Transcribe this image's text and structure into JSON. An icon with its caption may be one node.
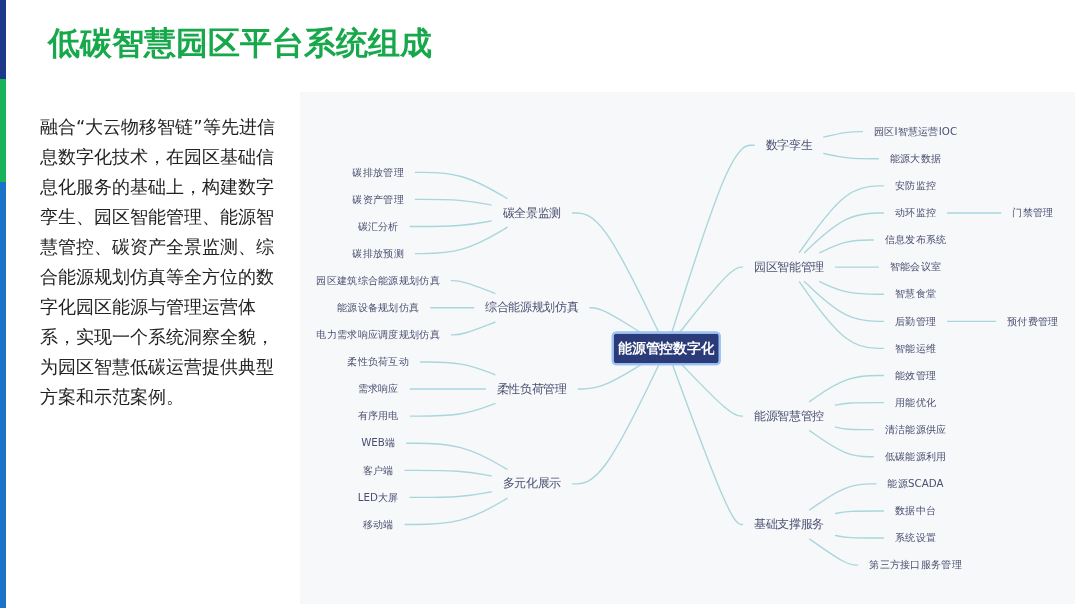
{
  "diagram": {
    "title": "低碳智慧园区平台系统组成",
    "nodes": [
      {
        "text": [
          "能源管控数字化"
        ]
      },
      {
        "text": [
          "碳全景监测"
        ]
      },
      {
        "text": [
          "碳排放管理"
        ]
      },
      {
        "text": [
          "碳资产管理"
        ]
      },
      {
        "text": [
          "碳汇分析"
        ]
      },
      {
        "text": [
          "碳排放预测"
        ]
      },
      {
        "text": [
          "综合能源规划仿真"
        ]
      },
      {
        "text": [
          "园区建筑综合能源规划仿真"
        ]
      },
      {
        "text": [
          "能源设备规划仿真"
        ]
      },
      {
        "text": [
          "电力需求响应调度规划仿真"
        ]
      },
      {
        "text": [
          "柔性负荷管理"
        ]
      },
      {
        "text": [
          "柔性负荷互动"
        ]
      },
      {
        "text": [
          "需求响应"
        ]
      },
      {
        "text": [
          "有序用电"
        ]
      },
      {
        "text": [
          "多元化展示"
        ]
      },
      {
        "text": [
          "WEB端"
        ]
      },
      {
        "text": [
          "客户端"
        ]
      },
      {
        "text": [
          "LED大屏"
        ]
      },
      {
        "text": [
          "移动端"
        ]
      },
      {
        "text": [
          "数字孪生"
        ]
      },
      {
        "text": [
          "园区I智慧运营IOC"
        ]
      },
      {
        "text": [
          "能源大数据"
        ]
      },
      {
        "text": [
          "园区智能管理"
        ]
      },
      {
        "text": [
          "安防监控"
        ]
      },
      {
        "text": [
          "动环监控"
        ]
      },
      {
        "text": [
          "门禁管理"
        ]
      },
      {
        "text": [
          "信息发布系统"
        ]
      },
      {
        "text": [
          "智能会议室"
        ]
      },
      {
        "text": [
          "智慧食堂"
        ]
      },
      {
        "text": [
          "后勤管理"
        ]
      },
      {
        "text": [
          "预付费管理"
        ]
      },
      {
        "text": [
          "智能运维"
        ]
      },
      {
        "text": [
          "能源智慧管控"
        ]
      },
      {
        "text": [
          "能效管理"
        ]
      },
      {
        "text": [
          "用能优化"
        ]
      },
      {
        "text": [
          "清洁能源供应"
        ]
      },
      {
        "text": [
          "低碳能源利用"
        ]
      },
      {
        "text": [
          "基础支撑服务"
        ]
      },
      {
        "text": [
          "能源SCADA"
        ]
      },
      {
        "text": [
          "数据中台"
        ]
      },
      {
        "text": [
          "系统设置"
        ]
      },
      {
        "text": [
          "第三方接口服务管理"
        ]
      }
    ],
    "edges": [
      {
        "from": 2,
        "to": 1,
        "arrow": "none"
      },
      {
        "from": 3,
        "to": 1,
        "arrow": "none"
      },
      {
        "from": 4,
        "to": 1,
        "arrow": "none"
      },
      {
        "from": 5,
        "to": 1,
        "arrow": "none"
      },
      {
        "from": 1,
        "to": 0,
        "arrow": "none"
      },
      {
        "from": 7,
        "to": 6,
        "arrow": "none"
      },
      {
        "from": 8,
        "to": 6,
        "arrow": "none"
      },
      {
        "from": 9,
        "to": 6,
        "arrow": "none"
      },
      {
        "from": 6,
        "to": 0,
        "arrow": "none"
      },
      {
        "from": 11,
        "to": 10,
        "arrow": "none"
      },
      {
        "from": 12,
        "to": 10,
        "arrow": "none"
      },
      {
        "from": 13,
        "to": 10,
        "arrow": "none"
      },
      {
        "from": 10,
        "to": 0,
        "arrow": "none"
      },
      {
        "from": 15,
        "to": 14,
        "arrow": "none"
      },
      {
        "from": 16,
        "to": 14,
        "arrow": "none"
      },
      {
        "from": 17,
        "to": 14,
        "arrow": "none"
      },
      {
        "from": 18,
        "to": 14,
        "arrow": "none"
      },
      {
        "from": 14,
        "to": 0,
        "arrow": "none"
      },
      {
        "from": 0,
        "to": 19,
        "arrow": "none"
      },
      {
        "from": 19,
        "to": 20,
        "arrow": "none"
      },
      {
        "from": 19,
        "to": 21,
        "arrow": "none"
      },
      {
        "from": 0,
        "to": 22,
        "arrow": "none"
      },
      {
        "from": 22,
        "to": 23,
        "arrow": "none"
      },
      {
        "from": 22,
        "to": 24,
        "arrow": "none"
      },
      {
        "from": 24,
        "to": 25,
        "arrow": "none"
      },
      {
        "from": 22,
        "to": 26,
        "arrow": "none"
      },
      {
        "from": 22,
        "to": 27,
        "arrow": "none"
      },
      {
        "from": 22,
        "to": 28,
        "arrow": "none"
      },
      {
        "from": 22,
        "to": 29,
        "arrow": "none"
      },
      {
        "from": 29,
        "to": 30,
        "arrow": "none"
      },
      {
        "from": 22,
        "to": 31,
        "arrow": "none"
      },
      {
        "from": 0,
        "to": 32,
        "arrow": "none"
      },
      {
        "from": 32,
        "to": 33,
        "arrow": "none"
      },
      {
        "from": 32,
        "to": 34,
        "arrow": "none"
      },
      {
        "from": 32,
        "to": 35,
        "arrow": "none"
      },
      {
        "from": 32,
        "to": 36,
        "arrow": "none"
      },
      {
        "from": 0,
        "to": 37,
        "arrow": "none"
      },
      {
        "from": 37,
        "to": 38,
        "arrow": "none"
      },
      {
        "from": 37,
        "to": 39,
        "arrow": "none"
      },
      {
        "from": 37,
        "to": 40,
        "arrow": "none"
      },
      {
        "from": 37,
        "to": 41,
        "arrow": "none"
      }
    ],
    "labels": [
      "融合“大云物移智链”等先进信息数字化技术，在园区基础信息化服务的基础上，构建数字孪生、园区智能管理、能源智慧管控、碳资产全景监测、综合能源规划仿真等全方位的数字化园区能源与管理运营体系，实现一个系统洞察全貌，为园区智慧低碳运营提供典型方案和示范案例。"
    ]
  }
}
